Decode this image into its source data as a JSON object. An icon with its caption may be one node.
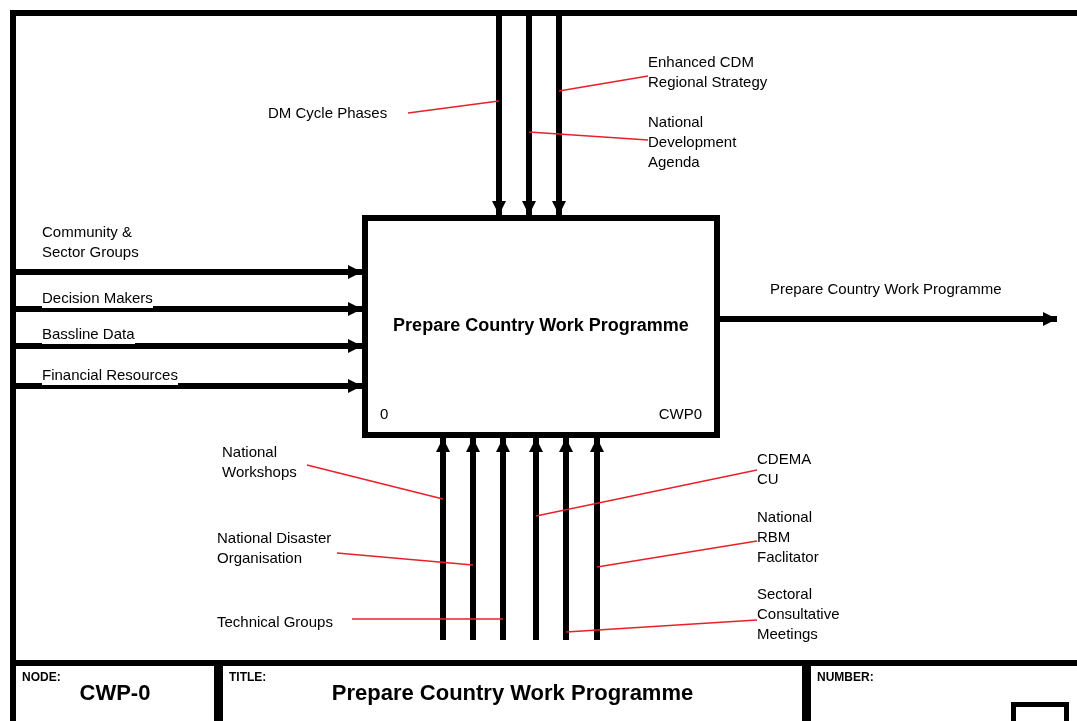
{
  "diagram": {
    "nodes": [
      {
        "text": [
          "Prepare Country Work Programme",
          "0",
          "CWP0"
        ]
      },
      {
        "text": [
          "DM Cycle Phases"
        ]
      },
      {
        "text": [
          "Enhanced CDM Regional Strategy"
        ]
      },
      {
        "text": [
          "National Development Agenda"
        ]
      },
      {
        "text": [
          "National Workshops"
        ]
      },
      {
        "text": [
          "National Disaster Organisation"
        ]
      },
      {
        "text": [
          "Technical Groups"
        ]
      },
      {
        "text": [
          "CDEMA CU"
        ]
      },
      {
        "text": [
          "National RBM Faclitator"
        ]
      },
      {
        "text": [
          "Sectoral Consultative Meetings"
        ]
      },
      {
        "text": [
          "NODE:",
          "CWP-0"
        ]
      },
      {
        "text": [
          "TITLE:",
          "Prepare Country Work Programme"
        ]
      },
      {
        "text": [
          "NUMBER:"
        ]
      },
      {
        "text": [],
        "shape": "box",
        "in": 12
      }
    ],
    "edges": [
      {
        "from": null,
        "to": 0,
        "arrow": "to"
      },
      {
        "from": null,
        "to": 0,
        "arrow": "to"
      },
      {
        "from": null,
        "to": 0,
        "arrow": "to"
      },
      {
        "from": 1,
        "to": null,
        "arrow": "none",
        "color": "#e8202a"
      },
      {
        "from": 2,
        "to": null,
        "arrow": "none",
        "color": "#e8202a"
      },
      {
        "from": 3,
        "to": null,
        "arrow": "none",
        "color": "#e8202a"
      },
      {
        "from": null,
        "to": 0,
        "arrow": "to",
        "label": "Community & Sector Groups"
      },
      {
        "from": null,
        "to": 0,
        "arrow": "to",
        "label": "Decision Makers"
      },
      {
        "from": null,
        "to": 0,
        "arrow": "to",
        "label": "Bassline Data"
      },
      {
        "from": null,
        "to": 0,
        "arrow": "to",
        "label": "Financial Resources"
      },
      {
        "from": 0,
        "to": null,
        "arrow": "to",
        "label": "Prepare Country Work Programme"
      },
      {
        "from": null,
        "to": 0,
        "arrow": "to"
      },
      {
        "from": null,
        "to": 0,
        "arrow": "to"
      },
      {
        "from": null,
        "to": 0,
        "arrow": "to"
      },
      {
        "from": null,
        "to": 0,
        "arrow": "to"
      },
      {
        "from": null,
        "to": 0,
        "arrow": "to"
      },
      {
        "from": null,
        "to": 0,
        "arrow": "to"
      },
      {
        "from": 4,
        "to": null,
        "arrow": "none",
        "color": "#e8202a"
      },
      {
        "from": 5,
        "to": null,
        "arrow": "none",
        "color": "#e8202a"
      },
      {
        "from": 6,
        "to": null,
        "arrow": "none",
        "color": "#e8202a"
      },
      {
        "from": 7,
        "to": null,
        "arrow": "none",
        "color": "#e8202a"
      },
      {
        "from": 8,
        "to": null,
        "arrow": "none",
        "color": "#e8202a"
      },
      {
        "from": 9,
        "to": null,
        "arrow": "none",
        "color": "#e8202a"
      }
    ]
  }
}
